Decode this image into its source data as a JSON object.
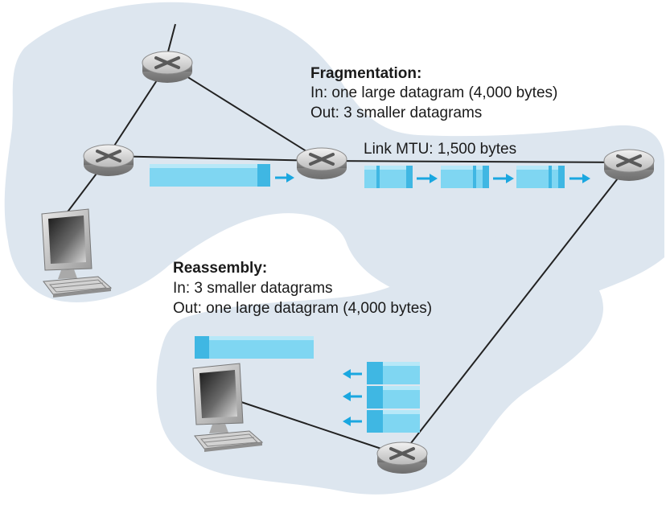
{
  "fragmentation": {
    "heading": "Fragmentation:",
    "in_line": "In: one large datagram (4,000 bytes)",
    "out_line": "Out: 3 smaller datagrams"
  },
  "link_mtu": "Link MTU: 1,500 bytes",
  "reassembly": {
    "heading": "Reassembly:",
    "in_line": "In: 3 smaller datagrams",
    "out_line": "Out: one large datagram (4,000 bytes)"
  },
  "colors": {
    "cloud": "#dde6ef",
    "datagram": "#7fd6f2",
    "datagram_dark": "#3fb7e3",
    "arrow": "#1aa7e0",
    "link": "#222222"
  },
  "icons": [
    "router-icon",
    "computer-icon",
    "datagram-icon",
    "arrow-icon"
  ]
}
